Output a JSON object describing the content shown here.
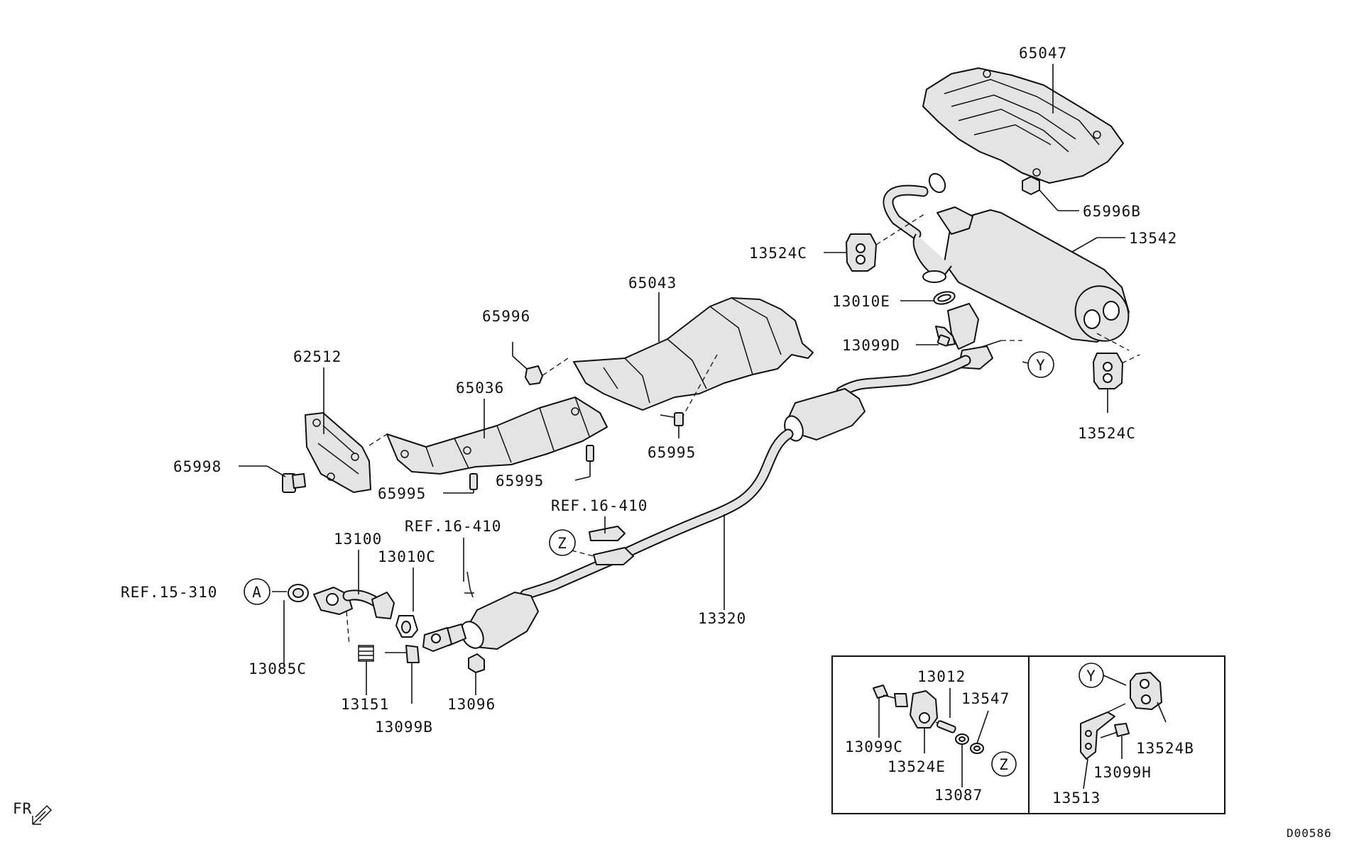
{
  "labels": {
    "p65047": "65047",
    "p65996B": "65996B",
    "p13542": "13542",
    "p13524C_a": "13524C",
    "p13010E": "13010E",
    "p13099D": "13099D",
    "p13524C_b": "13524C",
    "p65043": "65043",
    "p65996": "65996",
    "p62512": "62512",
    "p65036": "65036",
    "p65998": "65998",
    "p65995_a": "65995",
    "p65995_b": "65995",
    "p65995_c": "65995",
    "ref_16_410_a": "REF.16-410",
    "ref_16_410_b": "REF.16-410",
    "p13100": "13100",
    "p13010C": "13010C",
    "ref_15_310": "REF.15-310",
    "p13085C": "13085C",
    "p13151": "13151",
    "p13099B": "13099B",
    "p13096": "13096",
    "p13320": "13320",
    "inset_p13012": "13012",
    "inset_p13547": "13547",
    "inset_p13099C": "13099C",
    "inset_p13524E": "13524E",
    "inset_p13087": "13087",
    "inset_p13524B": "13524B",
    "inset_p13099H": "13099H",
    "inset_p13513": "13513"
  },
  "callouts": {
    "a": "A",
    "y_main": "Y",
    "z_main": "Z",
    "z_inset": "Z",
    "y_inset": "Y"
  },
  "front_indicator": "FR",
  "diagram_code": "D00586"
}
